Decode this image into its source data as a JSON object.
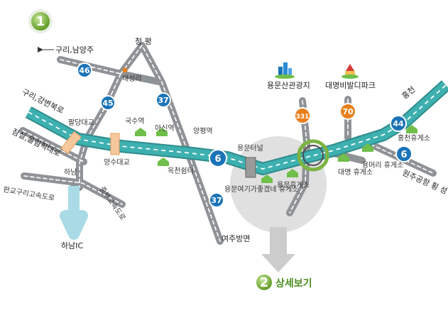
{
  "step1": "1",
  "step2": "2",
  "detail_link": "상세보기",
  "places": {
    "guri_namyangju": "구리,남양주",
    "guri_gangbyeon": "구리,강변북로",
    "jamsil_olympic": "잠실,올림픽대로",
    "pangyo_guri": "판교구리고속도로",
    "hanam": "하남",
    "hanam_ic": "하남IC",
    "jungbu_expwy": "중부고속도로",
    "paldang_bridge": "팔당대교",
    "yangsu_bridge": "양수대교",
    "daeseongri": "대성리",
    "cheongpyeong": "청 평",
    "guksu": "국수역",
    "asin": "아신역",
    "okcheon_rest": "옥천쉼터",
    "yangpyeong": "양평역",
    "yeoju_bangmyeon": "여주방면",
    "yongmun_tunnel": "용문터널",
    "yongmun_yeogi_rest": "용문여기가좋겠네 휴게소",
    "yongmun_rest": "용문휴게소",
    "yongmunsan": "용문산관광지",
    "daemyeong_vivaldi": "대명비발디파크",
    "daemyeong_rest": "대명 휴게소",
    "yongmeori_rest": "용머리 휴게소",
    "hongcheon_rest": "홍천휴게소",
    "hongcheon": "홍천",
    "wonju_hoengseong": "원주공항 횡 성"
  },
  "routes": {
    "r46": "46",
    "r45": "45",
    "r37a": "37",
    "r6a": "6",
    "r37b": "37",
    "r331": "331",
    "r70": "70",
    "r44": "44",
    "r6b": "6"
  },
  "colors": {
    "expressway": "#3aa6a6",
    "road": "#8f9296",
    "route_blue": "#1b74b8",
    "route_orange": "#e8801e",
    "accent_green": "#7cb342"
  }
}
